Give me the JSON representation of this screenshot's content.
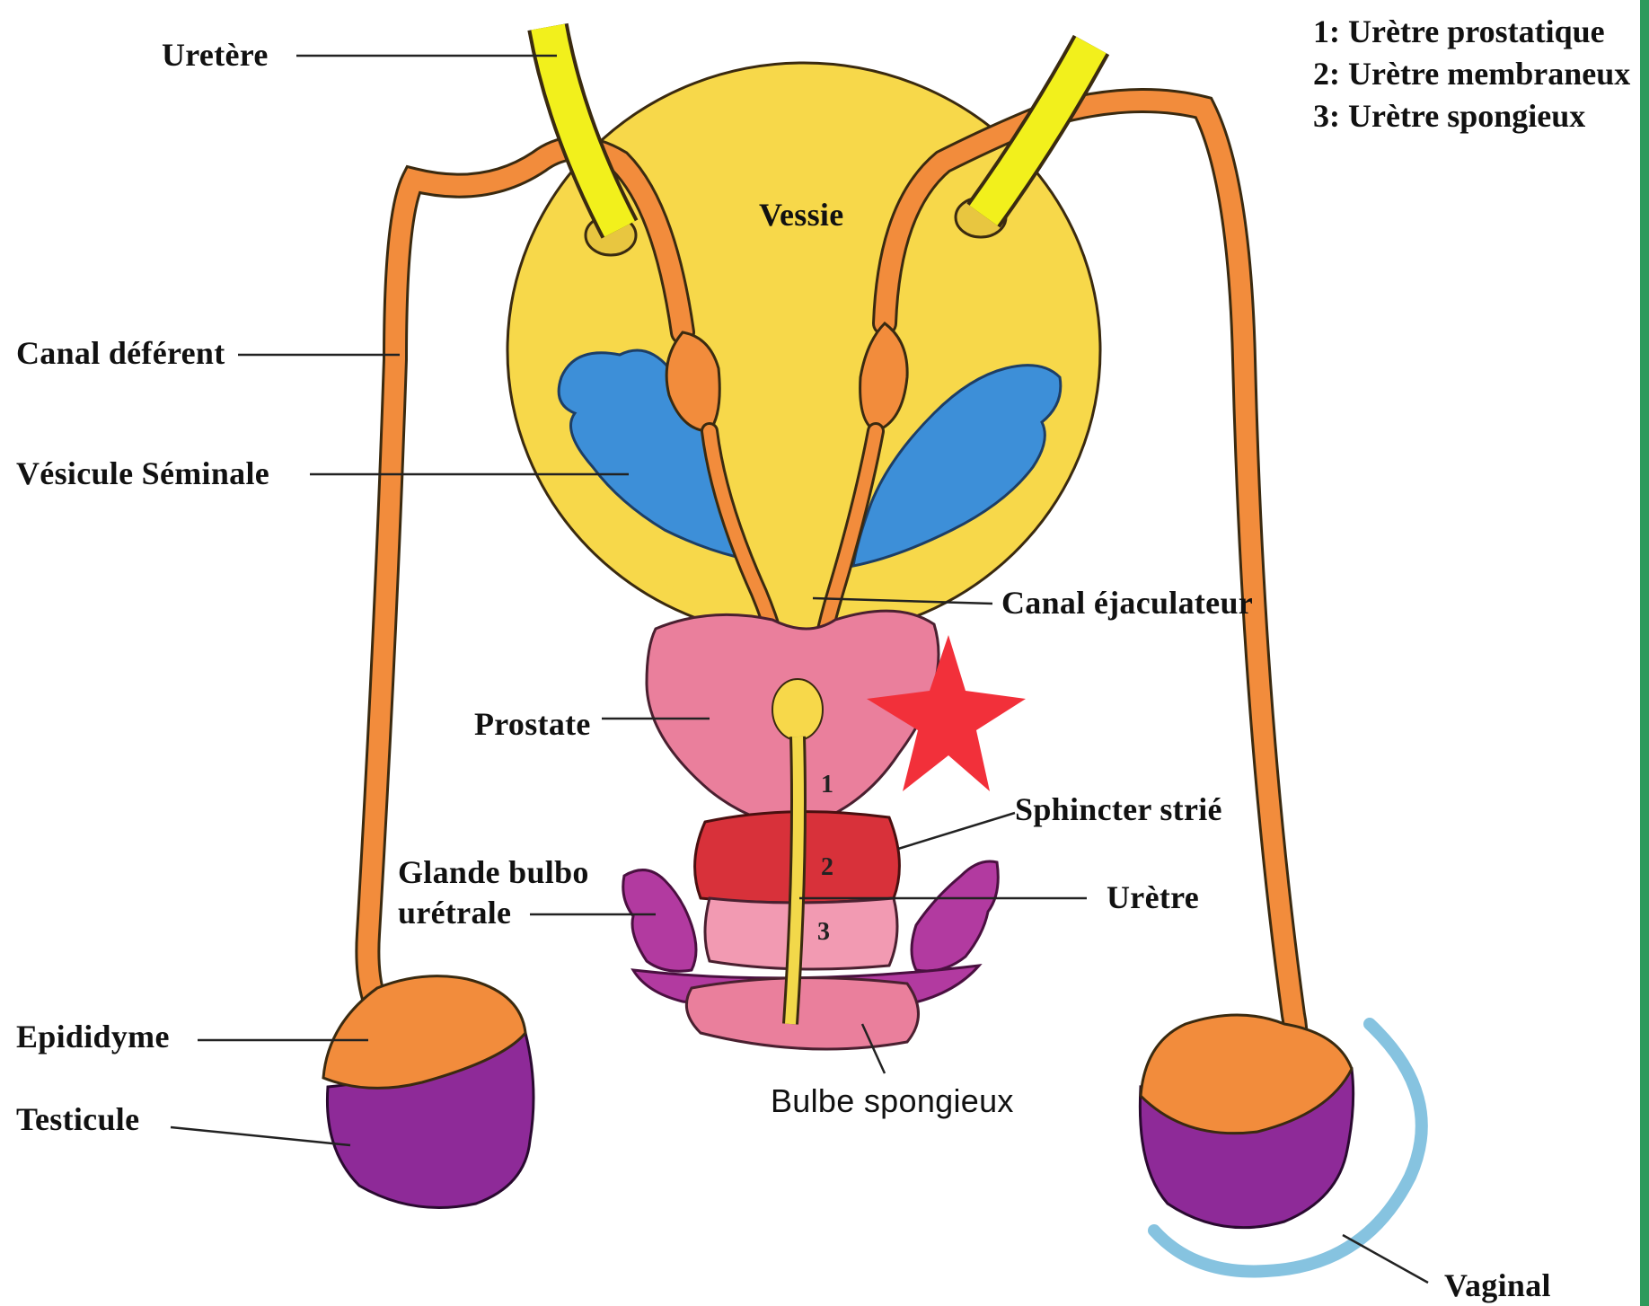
{
  "labels": {
    "uretere": "Uretère",
    "canal_deferent": "Canal déférent",
    "vesicule_seminale": "Vésicule Séminale",
    "vessie": "Vessie",
    "canal_ejaculateur": "Canal éjaculateur",
    "prostate": "Prostate",
    "sphincter_strie": "Sphincter strié",
    "glande_bulbo_line1": "Glande bulbo",
    "glande_bulbo_line2": "urétrale",
    "uretre": "Urètre",
    "epididyme": "Epididyme",
    "testicule": "Testicule",
    "bulbe_spongieux": "Bulbe spongieux",
    "vaginal": "Vaginal"
  },
  "legend": [
    "1: Urètre prostatique",
    "2: Urètre membraneux",
    "3: Urètre spongieux"
  ],
  "segment_numbers": [
    "1",
    "2",
    "3"
  ],
  "colors": {
    "bladder": "#f7d84a",
    "ureter": "#f2f01c",
    "vas": "#f28c3c",
    "seminal": "#3d8fd8",
    "prostate": "#ea7f9c",
    "sphincter": "#d8313a",
    "bulbourethral": "#b23aa0",
    "testis": "#8e2a98",
    "vaginal": "#86c3e0",
    "star": "#f2303a",
    "accent_bar": "#2e9a5c"
  },
  "marker": "star-icon"
}
